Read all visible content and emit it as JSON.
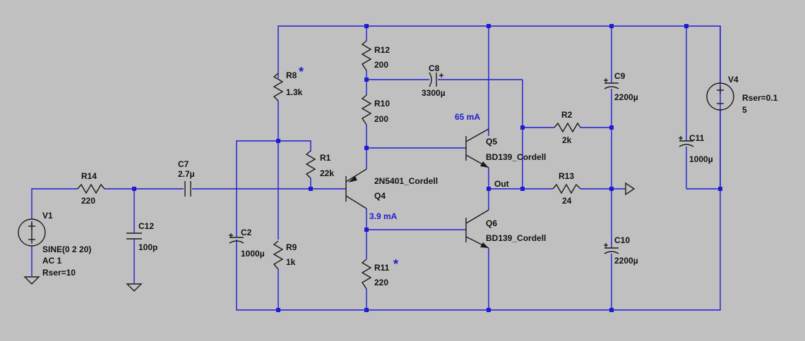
{
  "components": {
    "R14": {
      "name": "R14",
      "value": "220"
    },
    "C12": {
      "name": "C12",
      "value": "100p"
    },
    "C7": {
      "name": "C7",
      "value": "2.7µ"
    },
    "C2": {
      "name": "C2",
      "value": "1000µ"
    },
    "R8": {
      "name": "R8",
      "value": "1.3k",
      "mark": "*"
    },
    "R9": {
      "name": "R9",
      "value": "1k"
    },
    "R1": {
      "name": "R1",
      "value": "22k"
    },
    "R12": {
      "name": "R12",
      "value": "200"
    },
    "R10": {
      "name": "R10",
      "value": "200"
    },
    "R11": {
      "name": "R11",
      "value": "220",
      "mark": "*"
    },
    "C8": {
      "name": "C8",
      "value": "3300µ"
    },
    "Q4": {
      "name": "Q4",
      "model": "2N5401_Cordell"
    },
    "Q5": {
      "name": "Q5",
      "model": "BD139_Cordell"
    },
    "Q6": {
      "name": "Q6",
      "model": "BD139_Cordell"
    },
    "R2": {
      "name": "R2",
      "value": "2k"
    },
    "R13": {
      "name": "R13",
      "value": "24"
    },
    "C9": {
      "name": "C9",
      "value": "2200µ"
    },
    "C10": {
      "name": "C10",
      "value": "2200µ"
    },
    "C11": {
      "name": "C11",
      "value": "1000µ"
    },
    "V1": {
      "name": "V1",
      "line1": "SINE(0 2 20)",
      "line2": "AC 1",
      "line3": "Rser=10"
    },
    "V4": {
      "name": "V4",
      "line1": "Rser=0.1",
      "line2": "5"
    }
  },
  "annotations": {
    "current_q5": "65 mA",
    "current_q4": "3.9 mA",
    "out_label": "Out"
  },
  "colors": {
    "background": "#c0c0c0",
    "wire": "#1c1cd4",
    "component": "#1a1a1a",
    "annotation": "#1c1cd4"
  }
}
